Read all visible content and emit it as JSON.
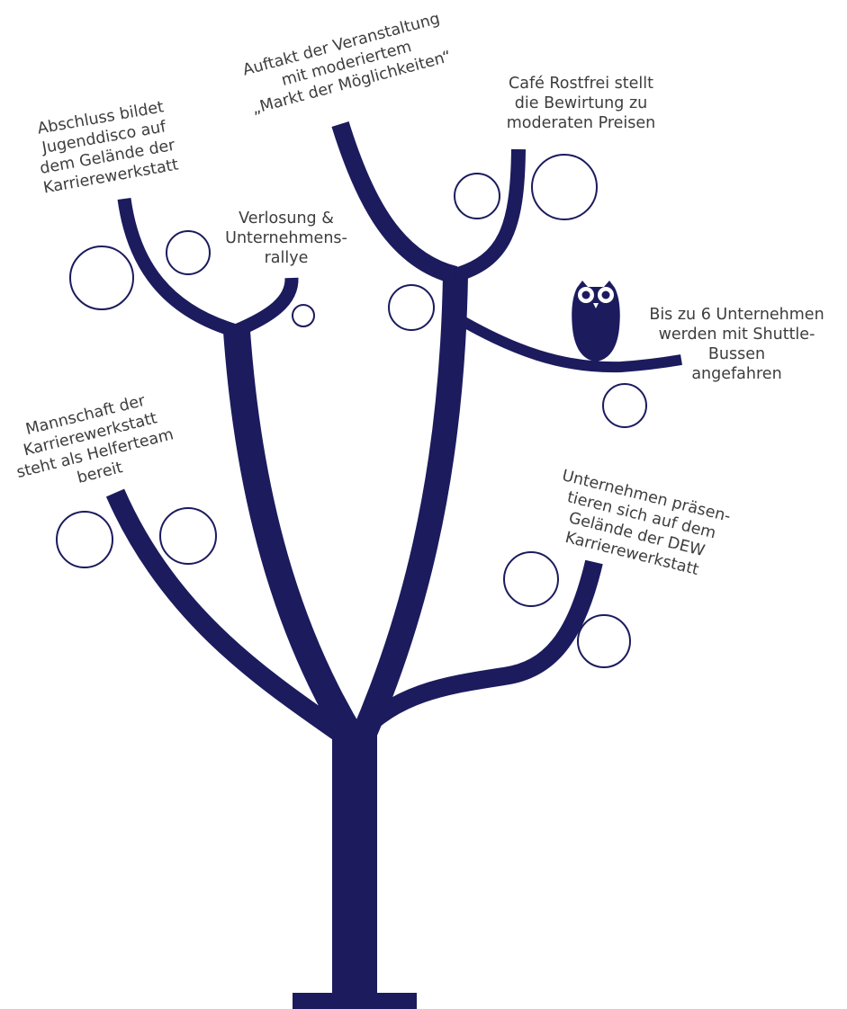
{
  "colors": {
    "tree": "#1b1b5e",
    "text": "#3d3d3d",
    "bubble_stroke": "#1b1b5e",
    "background": "#ffffff"
  },
  "icons": {
    "owl": "owl-icon"
  },
  "labels": {
    "auftakt": "Auftakt der Veranstaltung\nmit moderiertem\n„Markt der Möglichkeiten“",
    "abschluss": "Abschluss bildet\nJugenddisco auf\ndem Gelände der\nKarrierewerkstatt",
    "cafe": "Café Rostfrei stellt\ndie Bewirtung zu\nmoderaten Preisen",
    "verlosung": "Verlosung &\nUnternehmens-\nrallye",
    "shuttle": "Bis zu 6 Unternehmen\nwerden mit Shuttle-\nBussen\nangefahren",
    "mannschaft": "Mannschaft der\nKarrierewerkstatt\nsteht als Helferteam\nbereit",
    "unternehmen": "Unternehmen präsen-\ntieren sich auf dem\nGelände der DEW\nKarrierewerkstatt"
  }
}
